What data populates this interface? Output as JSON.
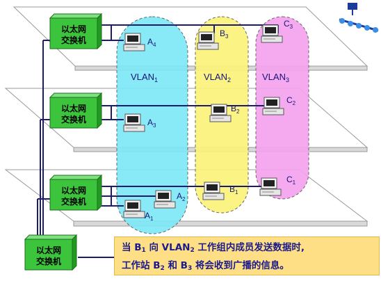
{
  "switches": [
    {
      "line1": "以太网",
      "line2": "交换机"
    },
    {
      "line1": "以太网",
      "line2": "交换机"
    },
    {
      "line1": "以太网",
      "line2": "交换机"
    },
    {
      "line1": "以太网",
      "line2": "交换机"
    }
  ],
  "vlans": [
    {
      "base": "VLAN",
      "sub": "1",
      "color": "#7ee8f6"
    },
    {
      "base": "VLAN",
      "sub": "2",
      "color": "#fbf37a"
    },
    {
      "base": "VLAN",
      "sub": "3",
      "color": "#f4a3ee"
    }
  ],
  "workstations": [
    {
      "base": "A",
      "sub": "4"
    },
    {
      "base": "B",
      "sub": "3"
    },
    {
      "base": "C",
      "sub": "3"
    },
    {
      "base": "B",
      "sub": "2"
    },
    {
      "base": "C",
      "sub": "2"
    },
    {
      "base": "A",
      "sub": "3"
    },
    {
      "base": "A",
      "sub": "2"
    },
    {
      "base": "A",
      "sub": "1"
    },
    {
      "base": "B",
      "sub": "1"
    },
    {
      "base": "C",
      "sub": "1"
    }
  ],
  "caption": {
    "l1_a": "当 B",
    "l1_b": "1",
    "l1_c": " 向 VLAN",
    "l1_d": "2",
    "l1_e": " 工作组内成员发送数据时,",
    "l2_a": "工作站 B",
    "l2_b": "2",
    "l2_c": " 和 B",
    "l2_d": "3",
    "l2_e": " 将会收到广播的信息。"
  },
  "colors": {
    "link": "#1c1c6e",
    "switch": "#3cc43c",
    "caption_bg": "#ffdf86"
  }
}
